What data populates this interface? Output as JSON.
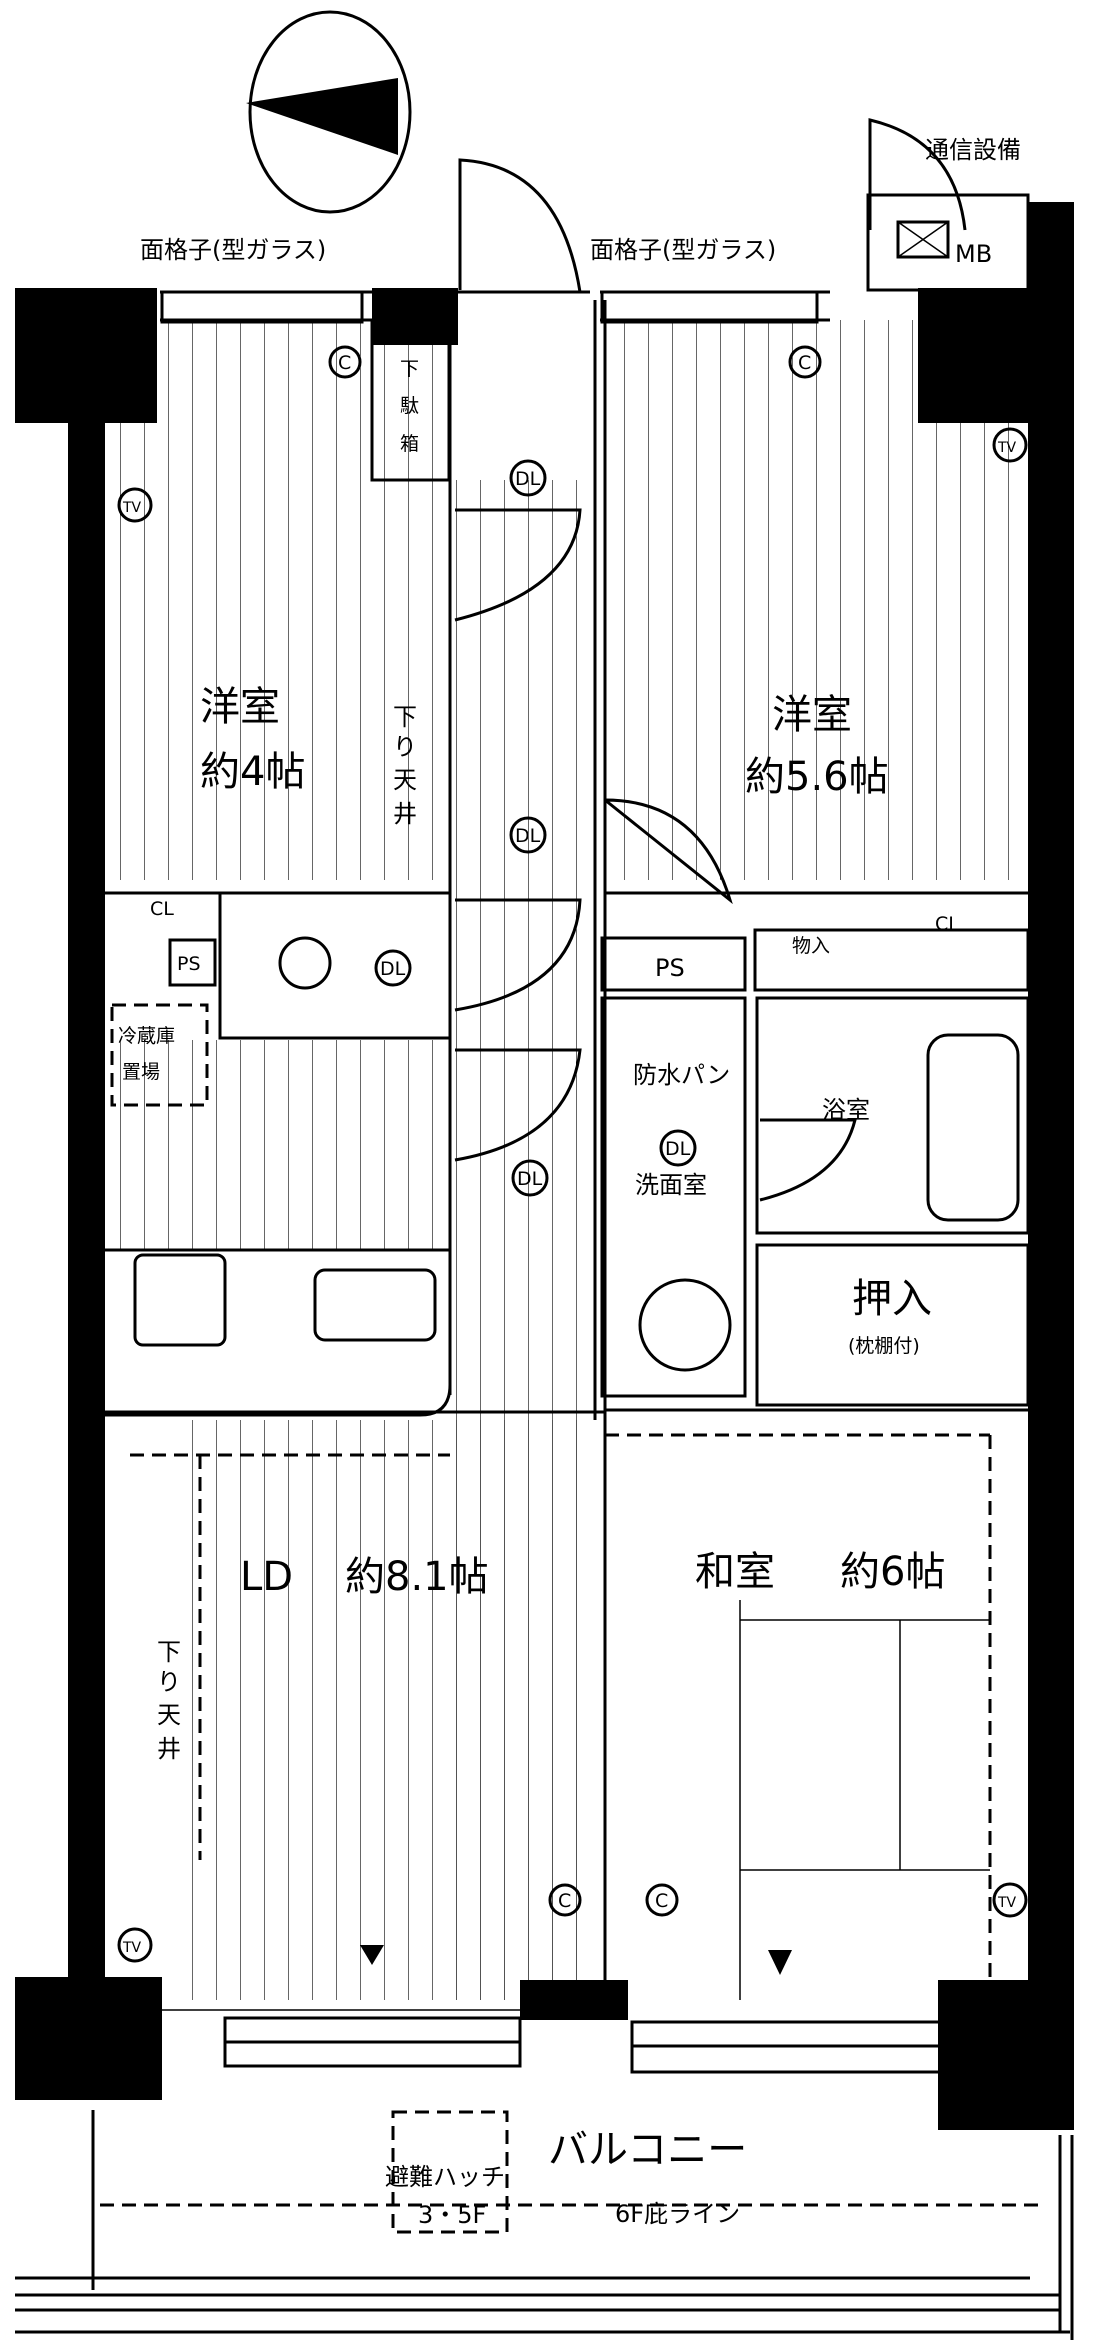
{
  "plan": {
    "rooms": {
      "western_room_1": {
        "name": "洋室",
        "size": "約4帖"
      },
      "western_room_2": {
        "name": "洋室",
        "size": "約5.6帖"
      },
      "living_dining": {
        "name": "LD",
        "size": "約8.1帖"
      },
      "japanese_room": {
        "name": "和室",
        "size": "約6帖"
      },
      "bathroom": "浴室",
      "washroom": "洗面室",
      "waterproof_pan": "防水パン",
      "closet_oshiire": "押入",
      "closet_note": "(枕棚付)",
      "storage": "物入",
      "balcony": "バルコニー"
    },
    "labels": {
      "window_grille_left": "面格子(型ガラス)",
      "window_grille_right": "面格子(型ガラス)",
      "telecom": "通信設備",
      "meter_box": "MB",
      "shoe_box": [
        "下",
        "駄",
        "箱"
      ],
      "lowered_ceiling_1": [
        "下",
        "り",
        "天",
        "井"
      ],
      "lowered_ceiling_2": [
        "下",
        "り",
        "天",
        "井"
      ],
      "ps_left": "PS",
      "ps_right": "PS",
      "cl_left": "CL",
      "cl_right": "CL",
      "fridge": [
        "冷蔵庫",
        "置場"
      ],
      "evac_hatch": "避難ハッチ",
      "evac_floors": "3・5F",
      "eave_line": "6F庇ライン"
    },
    "fixtures": {
      "ceiling_light": "C",
      "downlight": "DL",
      "tv": "TV"
    }
  }
}
